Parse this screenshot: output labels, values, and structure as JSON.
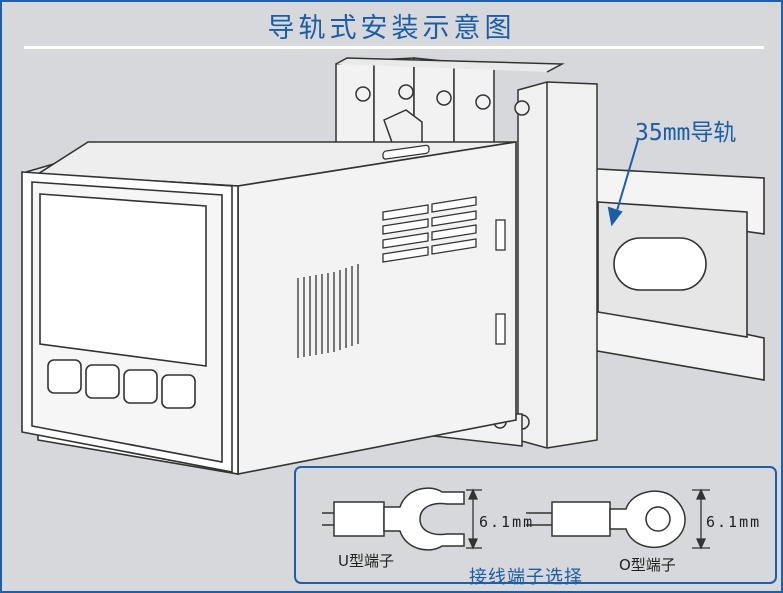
{
  "title": "导轨式安装示意图",
  "rail_label": "35mm导轨",
  "terminals": {
    "u_label": "U型端子",
    "o_label": "O型端子",
    "u_width": "6.1mm",
    "o_width": "6.1mm",
    "caption": "接线端子选择"
  },
  "colors": {
    "accent": "#1f5fa8",
    "background": "#d7d8dc"
  }
}
